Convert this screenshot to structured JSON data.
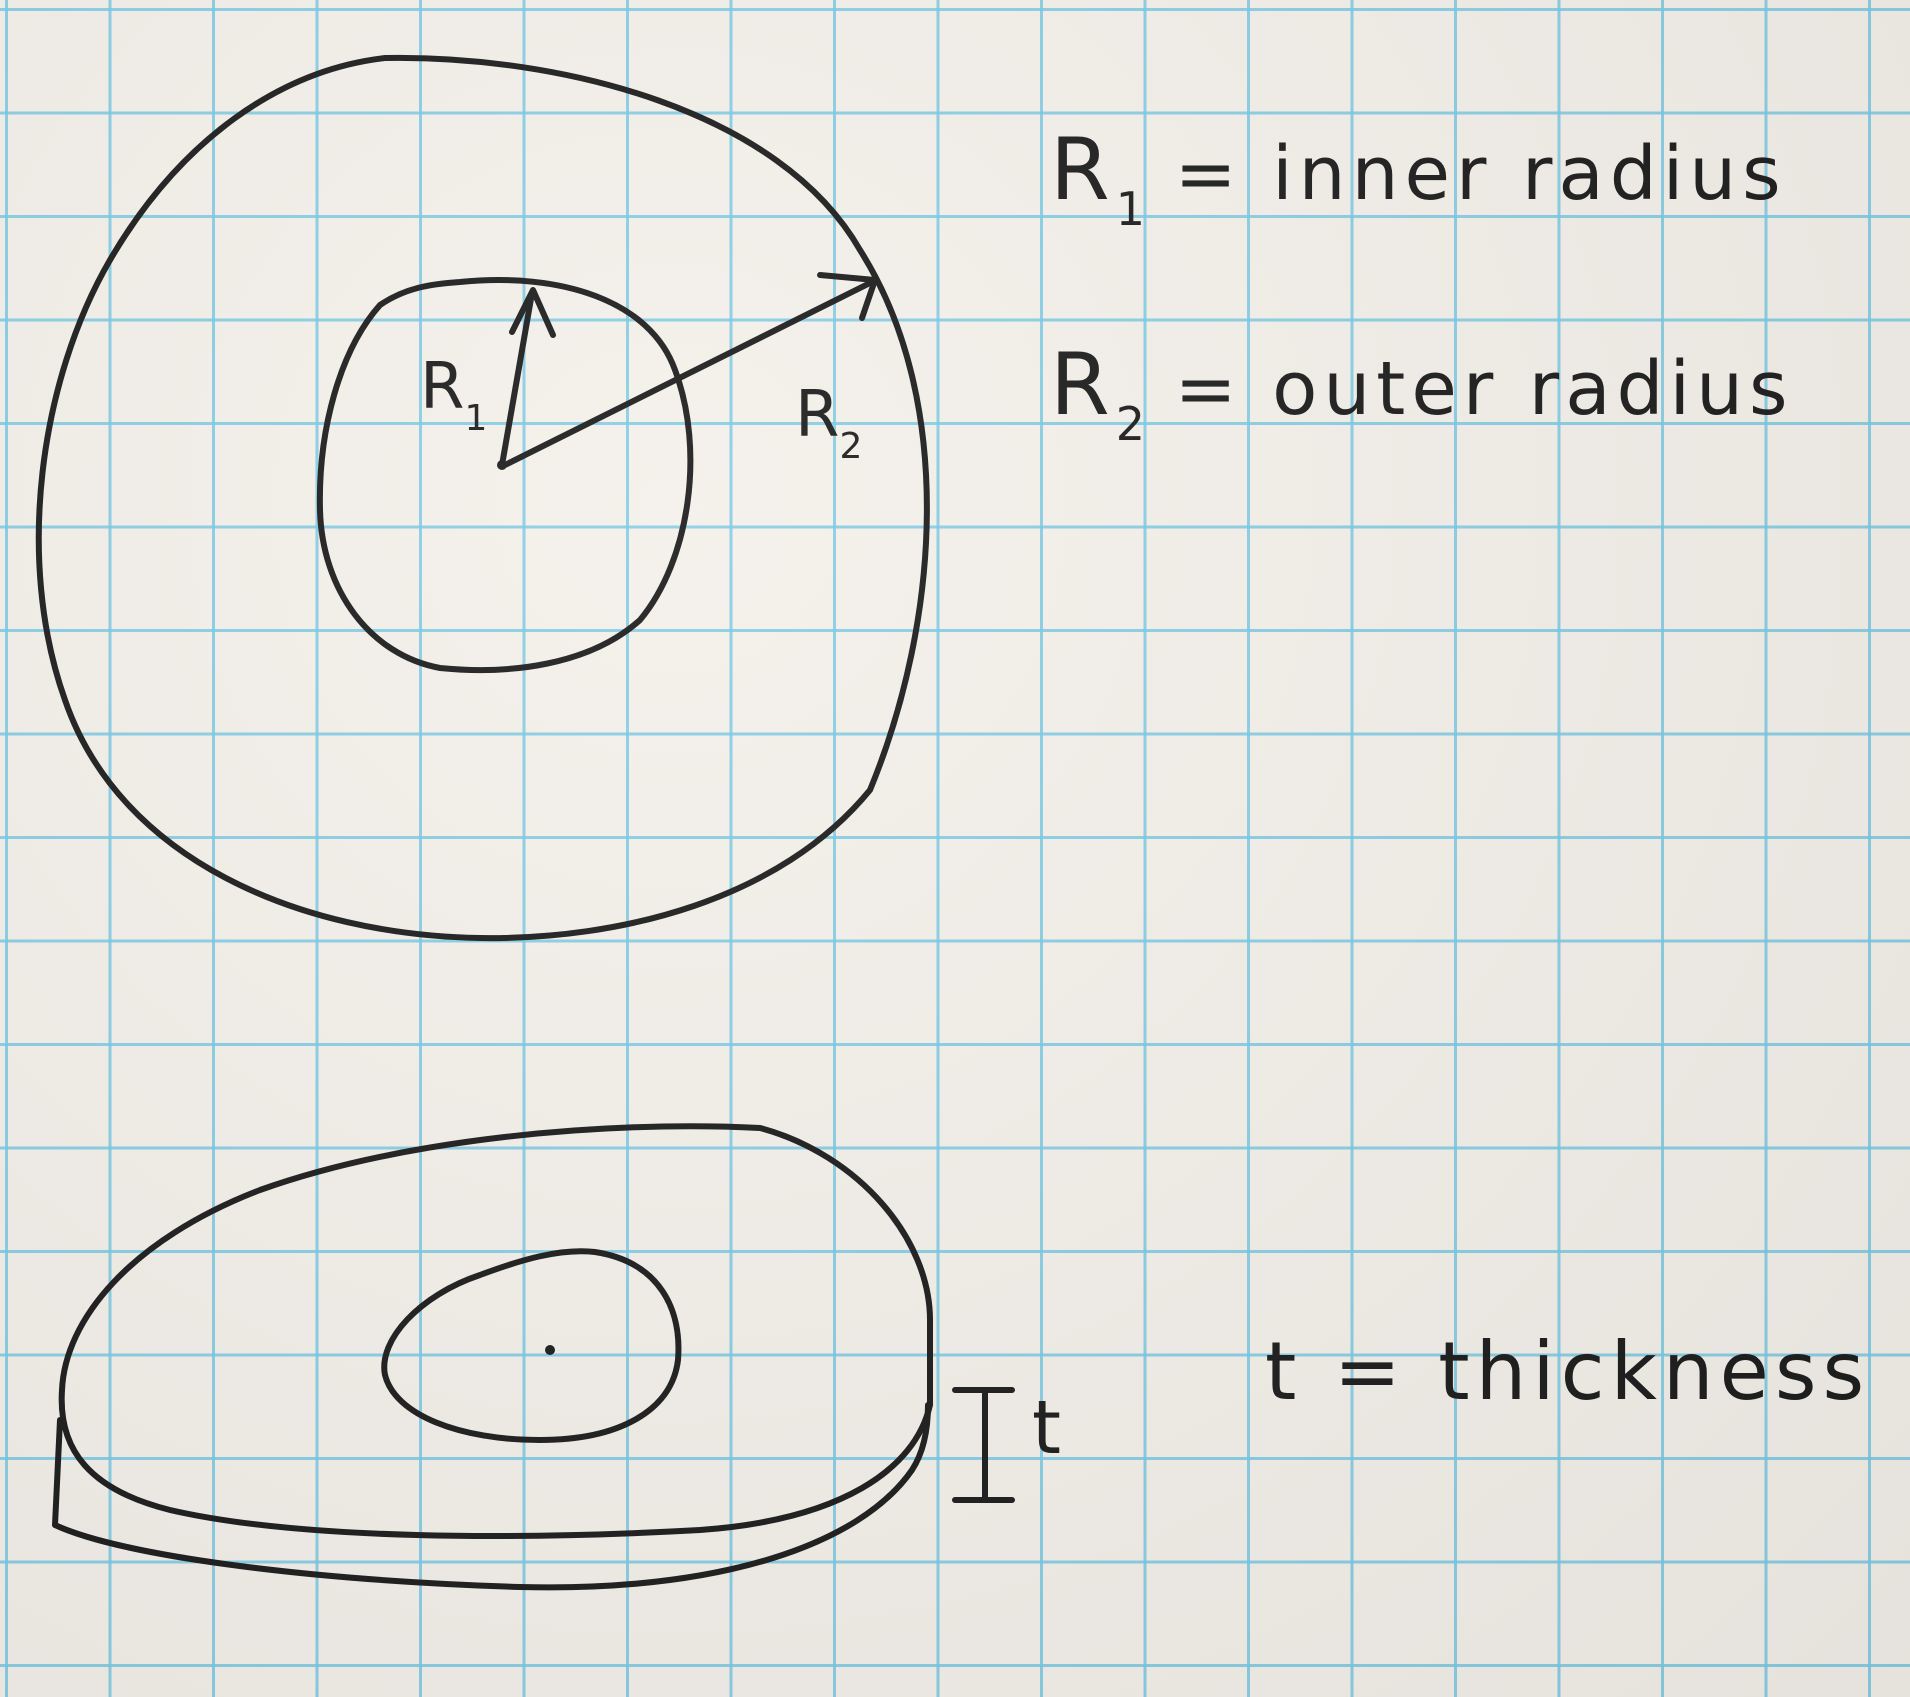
{
  "diagram": {
    "top_view": {
      "inner_label": {
        "symbol": "R",
        "subscript": "1"
      },
      "outer_label": {
        "symbol": "R",
        "subscript": "2"
      }
    },
    "side_view": {
      "thickness_label": "t"
    },
    "definitions": [
      {
        "symbol": "R",
        "subscript": "1",
        "equals": "=",
        "text": "inner radius"
      },
      {
        "symbol": "R",
        "subscript": "2",
        "equals": "=",
        "text": "outer radius"
      },
      {
        "symbol": "t",
        "subscript": "",
        "equals": "=",
        "text": "thickness"
      }
    ]
  },
  "colors": {
    "ink": "#1c1c1c",
    "grid": "#78c8e4",
    "paper": "#f4f0ea"
  }
}
